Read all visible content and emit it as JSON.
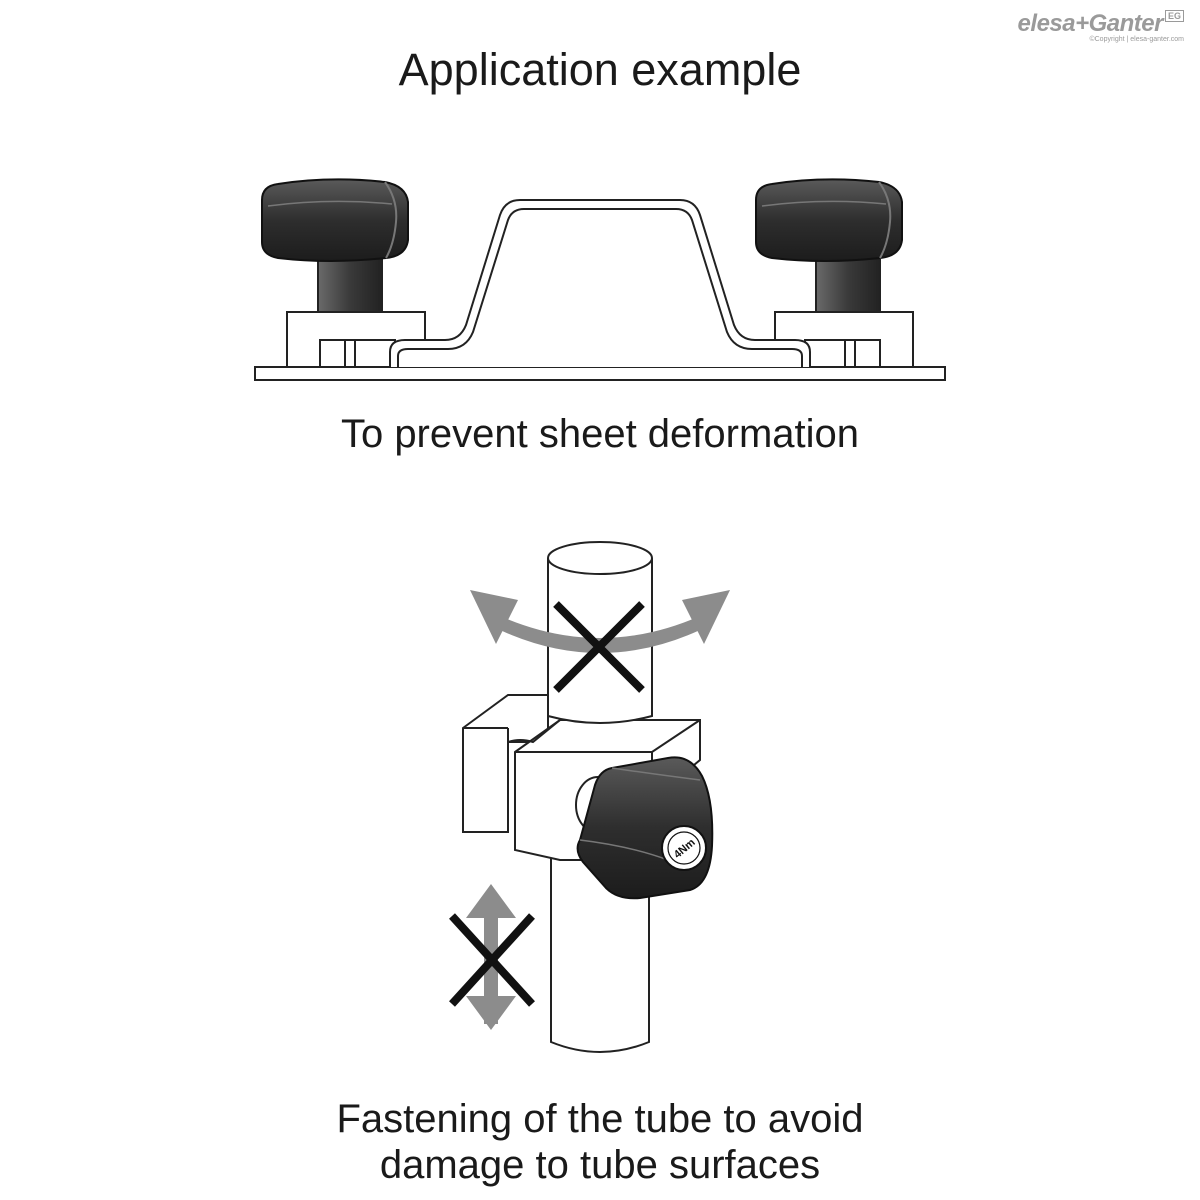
{
  "title": "Application example",
  "caption_top": "To prevent sheet deformation",
  "caption_bottom_line1": "Fastening of the tube to avoid",
  "caption_bottom_line2": "damage to tube surfaces",
  "logo": {
    "brand": "elesa+Ganter",
    "badge": "EG",
    "copyright": "©Copyright | elesa-ganter.com"
  },
  "knob_label": "4Nm",
  "colors": {
    "line": "#222222",
    "knob_dark": "#3a3a3a",
    "arrow_gray": "#8c8c8c",
    "logo_gray": "#9a9a9a"
  }
}
